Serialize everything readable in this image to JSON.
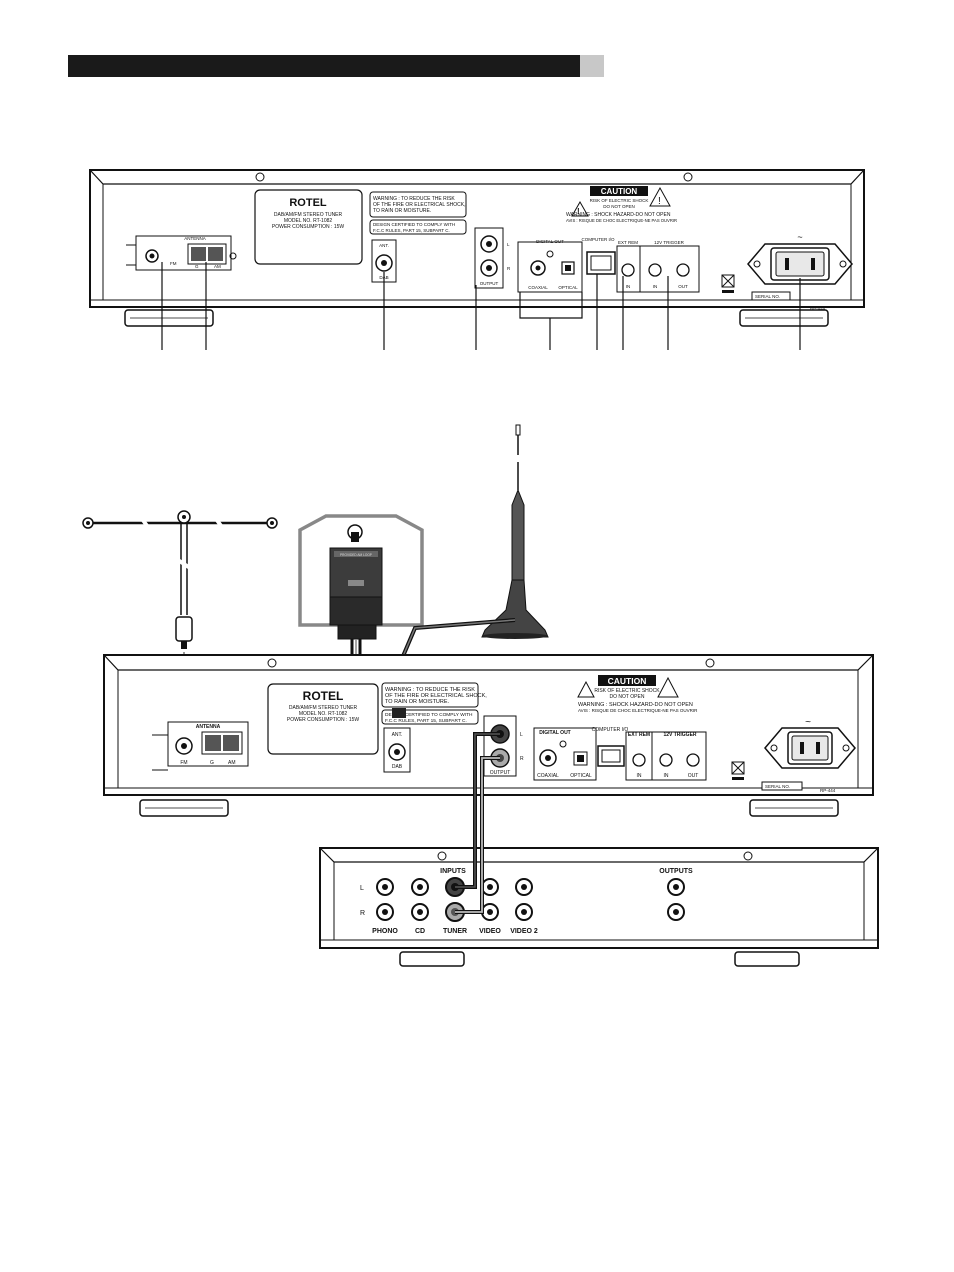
{
  "top_panel": {
    "brand": "ROTEL",
    "model_lines": [
      "DAB/AM/FM STEREO TUNER",
      "MODEL NO. RT-1082",
      "POWER CONSUMPTION : 15W"
    ],
    "warning_lines": [
      "WARNING : TO REDUCE THE RISK",
      "OF THE FIRE OR ELECTRICAL SHOCK,",
      "TO RAIN OR MOISTURE."
    ],
    "design_lines": [
      "DESIGN CERTIFIED TO COMPLY WITH",
      "F.C.C RULES, PART 15, SUBPART C."
    ],
    "caution_title": "CAUTION",
    "caution_sub": [
      "RISK OF ELECTRIC SHOCK",
      "DO NOT OPEN"
    ],
    "warning_hazard": "WARNING : SHOCK HAZARD-DO NOT OPEN",
    "avis": "AVIS : RISQUE DE CHOC ELECTRIQUE-NE PAS OUVRIR",
    "antenna_label": "ANTENNA",
    "fm": "FM",
    "g": "G",
    "am": "AM",
    "ant": "ANT.",
    "dab": "DAB",
    "output": "OUTPUT",
    "l": "L",
    "r": "R",
    "digital_out": "DIGITAL OUT",
    "coaxial": "COAXIAL",
    "optical": "OPTICAL",
    "computer_io": "COMPUTER I/O",
    "ext_rem": "EXT REM",
    "trigger": "12V TRIGGER",
    "in": "IN",
    "out": "OUT",
    "serial": "SERIAL NO.",
    "rp": "RP-444",
    "ac": "~"
  },
  "amp_panel": {
    "inputs": "INPUTS",
    "outputs": "OUTPUTS",
    "l": "L",
    "r": "R",
    "sources": [
      "PHONO",
      "CD",
      "TUNER",
      "VIDEO",
      "VIDEO 2"
    ]
  },
  "loop_label": "PROVIDED AM LOOP"
}
